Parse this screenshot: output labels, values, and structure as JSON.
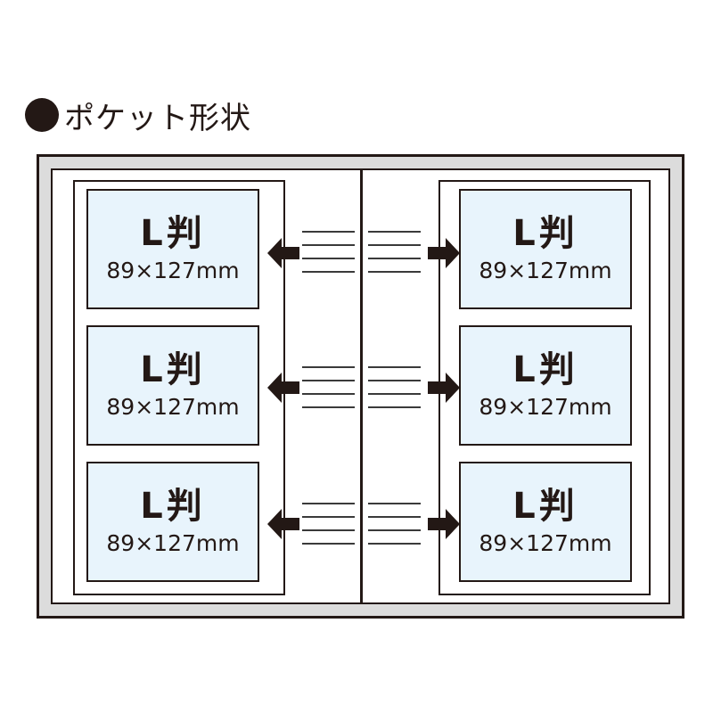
{
  "title": {
    "bullet": "●",
    "text": "ポケット形状"
  },
  "colors": {
    "ink": "#231815",
    "frame_margin": "#dcdcdc",
    "photo_fill": "#e8f4fc",
    "page": "#ffffff"
  },
  "pockets": {
    "left": [
      {
        "size": "L判",
        "dimensions": "89×127mm"
      },
      {
        "size": "L判",
        "dimensions": "89×127mm"
      },
      {
        "size": "L判",
        "dimensions": "89×127mm"
      }
    ],
    "right": [
      {
        "size": "L判",
        "dimensions": "89×127mm"
      },
      {
        "size": "L判",
        "dimensions": "89×127mm"
      },
      {
        "size": "L判",
        "dimensions": "89×127mm"
      }
    ]
  },
  "arrows": {
    "left": "arrow-left-icon",
    "right": "arrow-right-icon"
  }
}
